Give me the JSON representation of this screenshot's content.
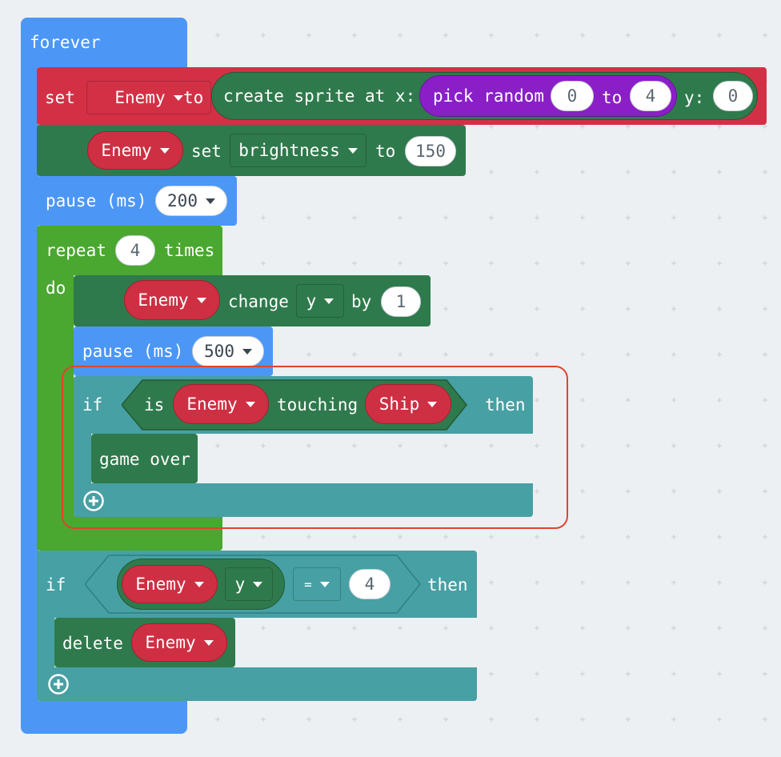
{
  "forever": {
    "label": "forever"
  },
  "set_sprite": {
    "set": "set",
    "variable": "Enemy",
    "to": "to",
    "create": "create sprite at x:",
    "pick_random": "pick random",
    "min": "0",
    "to2": "to",
    "max": "4",
    "y_label": "y:",
    "y_value": "0"
  },
  "set_brightness": {
    "sprite": "Enemy",
    "set": "set",
    "property": "brightness",
    "to": "to",
    "value": "150"
  },
  "pause1": {
    "label": "pause (ms)",
    "value": "200"
  },
  "repeat": {
    "label": "repeat",
    "count": "4",
    "times": "times",
    "do": "do"
  },
  "change_y": {
    "sprite": "Enemy",
    "change": "change",
    "property": "y",
    "by": "by",
    "value": "1"
  },
  "pause2": {
    "label": "pause (ms)",
    "value": "500"
  },
  "if1": {
    "if": "if",
    "is": "is",
    "sprite": "Enemy",
    "touching": "touching",
    "target": "Ship",
    "then": "then",
    "body": "game over"
  },
  "if2": {
    "if": "if",
    "sprite": "Enemy",
    "property": "y",
    "operator": "=",
    "value": "4",
    "then": "then",
    "action": "delete",
    "target": "Enemy"
  },
  "colors": {
    "loops": "#4c97f6",
    "sprites": "#2f7a4c",
    "variables": "#d33046",
    "math": "#8a1fc7",
    "logic": "#47a0a3",
    "control": "#4aa72f",
    "highlight": "#e0442e"
  },
  "icons": [
    "add-circle-icon",
    "dropdown-caret-icon"
  ]
}
